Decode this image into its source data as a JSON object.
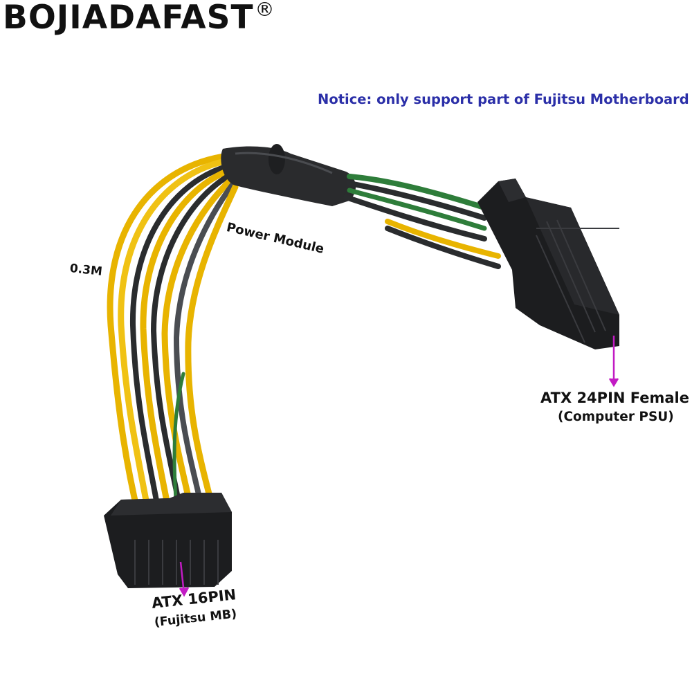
{
  "brand": {
    "name": "BOJIADAFAST",
    "mark": "®"
  },
  "notice": "Notice: only support part of Fujitsu Motherboard",
  "labels": {
    "power_module": "Power Module",
    "length": "0.3M",
    "connector_24": "ATX 24PIN Female",
    "connector_24_sub": "(Computer PSU)",
    "connector_16": "ATX 16PIN",
    "connector_16_sub": "(Fujitsu MB)"
  },
  "colors": {
    "notice": "#2b2fa8",
    "arrow": "#c21bc4",
    "wire_yellow": "#e8b400",
    "wire_black": "#2a2c2e",
    "wire_green": "#2e7d3a",
    "connector": "#1c1d1f"
  },
  "icons": {
    "arrow": "down-arrow-icon"
  }
}
